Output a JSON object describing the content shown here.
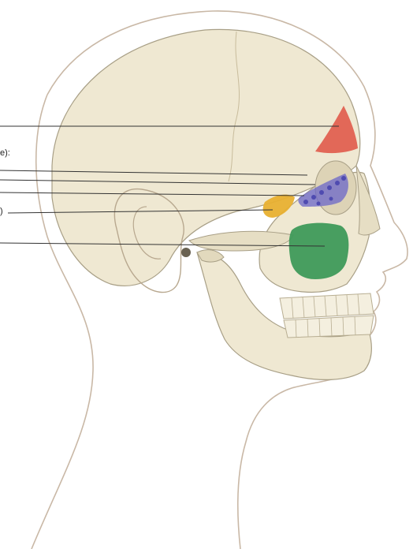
{
  "labels": {
    "label_1": "e):",
    "label_2": ")"
  },
  "colors": {
    "skin_outline": "#c9b8a6",
    "bone": "#efe8d2",
    "bone_shadow": "#d9cfb2",
    "bone_outline": "#a89f86",
    "frontal_sinus": "#e05a4a",
    "ethmoidal_cells": "#6a66c8",
    "sphenoidal_sinus": "#e8b030",
    "maxillary_sinus": "#3e9a5a",
    "leader_line": "#333333"
  },
  "regions": [
    {
      "name": "frontal-sinus",
      "color_key": "frontal_sinus"
    },
    {
      "name": "ethmoidal-cells",
      "color_key": "ethmoidal_cells"
    },
    {
      "name": "sphenoidal-sinus",
      "color_key": "sphenoidal_sinus"
    },
    {
      "name": "maxillary-sinus",
      "color_key": "maxillary_sinus"
    }
  ]
}
